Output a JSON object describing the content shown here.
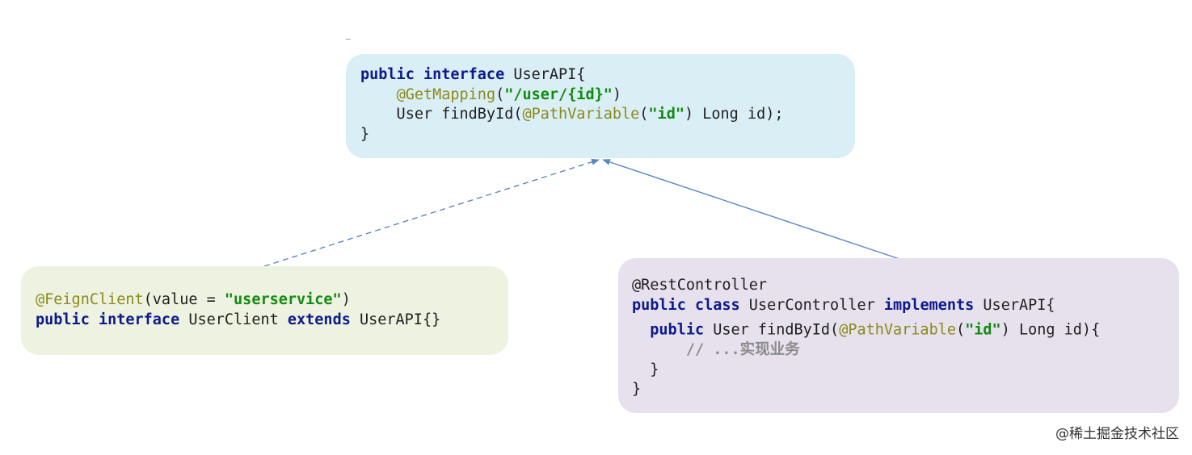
{
  "diagram": {
    "colors": {
      "keyword": "#0d1a8c",
      "annotation": "#8a8a1a",
      "string": "#118b11",
      "comment": "#8c8c8c",
      "api_box": "#daeef5",
      "client_box": "#eef2e0",
      "controller_box": "#e6e1ec",
      "arrow": "#5a86c2"
    },
    "api_interface": {
      "l1_kw1": "public",
      "l1_kw2": "interface",
      "l1_name": " UserAPI{",
      "l2_indent": "    ",
      "l2_ann": "@GetMapping",
      "l2_open": "(",
      "l2_str": "\"/user/{id}\"",
      "l2_close": ")",
      "l3_pre": "    User findById(",
      "l3_ann": "@PathVariable",
      "l3_open": "(",
      "l3_str": "\"id\"",
      "l3_post": ") Long id);",
      "l4": "}"
    },
    "feign_client": {
      "l1_ann": "@FeignClient",
      "l1_mid": "(value = ",
      "l1_str": "\"userservice\"",
      "l1_end": ")",
      "l2_kw1": "public",
      "l2_kw2": "interface",
      "l2_name": " UserClient ",
      "l2_kw3": "extends",
      "l2_end": " UserAPI{}"
    },
    "controller": {
      "l1": "@RestController",
      "l2_kw1": "public",
      "l2_kw2": "class",
      "l2_name": " UserController ",
      "l2_kw3": "implements",
      "l2_end": " UserAPI{",
      "l3_indent": "  ",
      "l3_kw": "public",
      "l3_pre": " User findById(",
      "l3_ann": "@PathVariable",
      "l3_open": "(",
      "l3_str": "\"id\"",
      "l3_post": ") Long id){",
      "l4_indent": "      ",
      "l4_cmt": "// ...实现业务",
      "l5": "  }",
      "l6": "}"
    },
    "arrows": [
      {
        "from": "feign-client-box",
        "to": "user-api-box",
        "style": "dashed"
      },
      {
        "from": "user-controller-box",
        "to": "user-api-box",
        "style": "solid"
      }
    ],
    "watermark": "@稀土掘金技术社区"
  }
}
